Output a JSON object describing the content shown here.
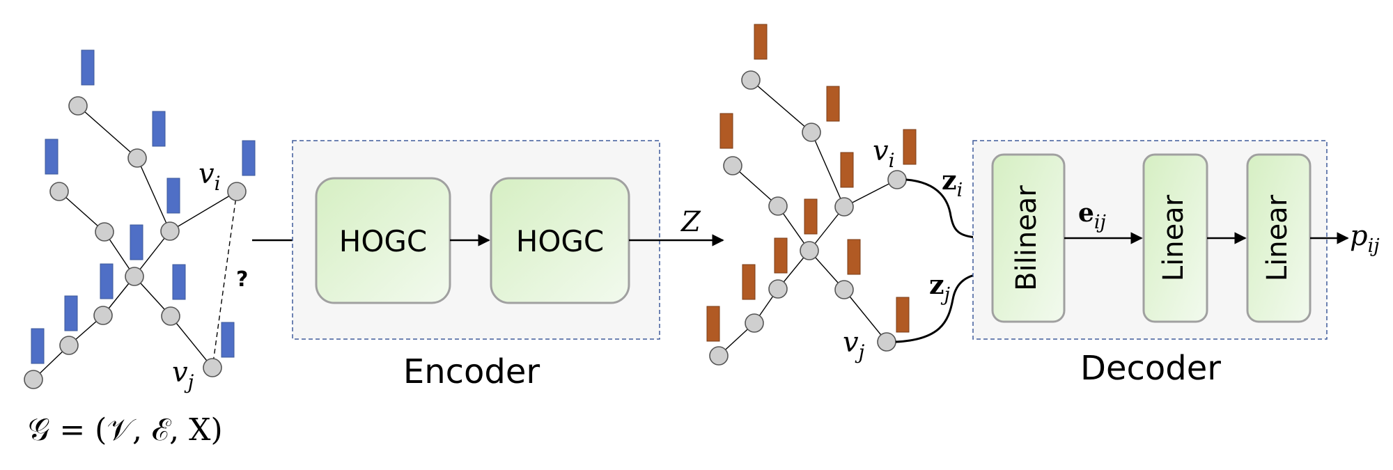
{
  "colors": {
    "input_feature": "#4f6fc6",
    "output_feature": "#b15a24",
    "node_fill": "#cfcfcf",
    "node_stroke": "#555555",
    "module_fill": "#e3f3d6",
    "module_stroke": "#a0a0a0",
    "panel_fill": "#f6f6f6",
    "panel_stroke": "#3e5a9a"
  },
  "input_graph": {
    "formula": "𝒢 = (𝒱, ℰ, X)",
    "node_i_label": "v",
    "node_i_sub": "i",
    "node_j_label": "v",
    "node_j_sub": "j",
    "missing_edge_mark": "?"
  },
  "encoder": {
    "title": "Encoder",
    "layer1": "HOGC",
    "layer2": "HOGC",
    "output_label": "Z"
  },
  "embedded_graph": {
    "node_i_label": "v",
    "node_i_sub": "i",
    "node_j_label": "v",
    "node_j_sub": "j",
    "z_i_label": "z",
    "z_i_sub": "i",
    "z_j_label": "z",
    "z_j_sub": "j"
  },
  "decoder": {
    "title": "Decoder",
    "layer1": "Bilinear",
    "edge_label": "e",
    "edge_sub": "ij",
    "layer2": "Linear",
    "layer3": "Linear",
    "output_label": "p",
    "output_sub": "ij"
  }
}
